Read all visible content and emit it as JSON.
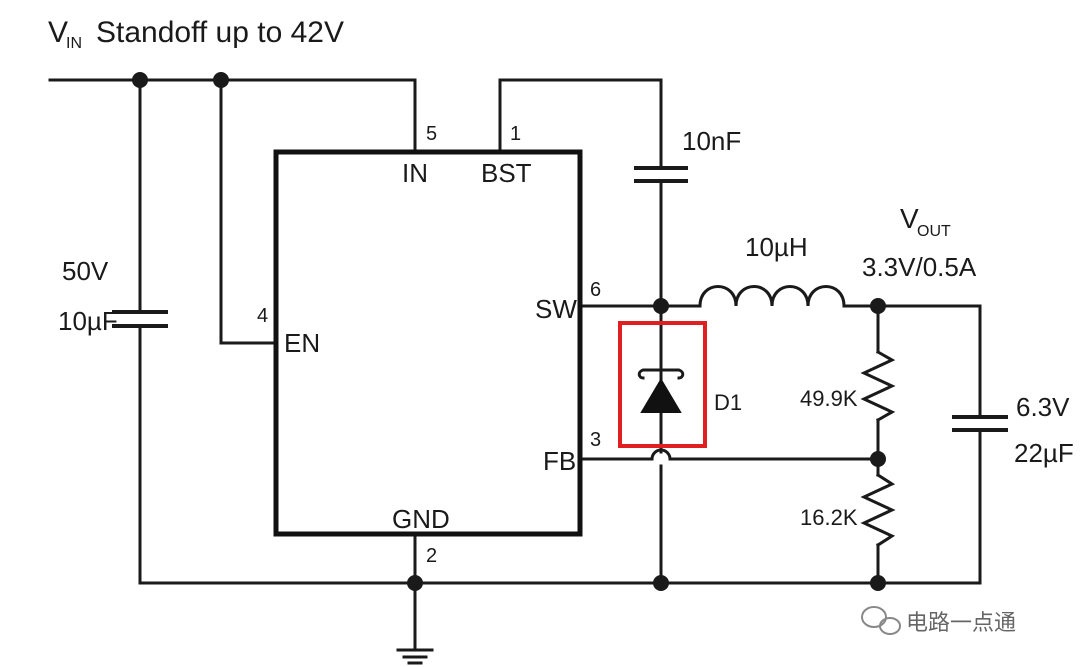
{
  "title": {
    "prefix": "V",
    "sub": "IN",
    "text": "Standoff up to 42V"
  },
  "chip_pins": {
    "in": {
      "label": "IN",
      "number": "5"
    },
    "bst": {
      "label": "BST",
      "number": "1"
    },
    "en": {
      "label": "EN",
      "number": "4"
    },
    "sw": {
      "label": "SW",
      "number": "6"
    },
    "fb": {
      "label": "FB",
      "number": "3"
    },
    "gnd": {
      "label": "GND",
      "number": "2"
    }
  },
  "components": {
    "input_cap": {
      "voltage": "50V",
      "value": "10µF"
    },
    "boot_cap": {
      "value": "10nF"
    },
    "inductor": {
      "value": "10µH"
    },
    "diode": {
      "label": "D1"
    },
    "r_top": {
      "value": "49.9K"
    },
    "r_bottom": {
      "value": "16.2K"
    },
    "output_cap": {
      "voltage": "6.3V",
      "value": "22µF"
    }
  },
  "output": {
    "prefix": "V",
    "sub": "OUT",
    "spec": "3.3V/0.5A"
  },
  "highlight_color": "#e02020",
  "watermark": {
    "icon": "wechat-icon",
    "text": "电路一点通"
  }
}
